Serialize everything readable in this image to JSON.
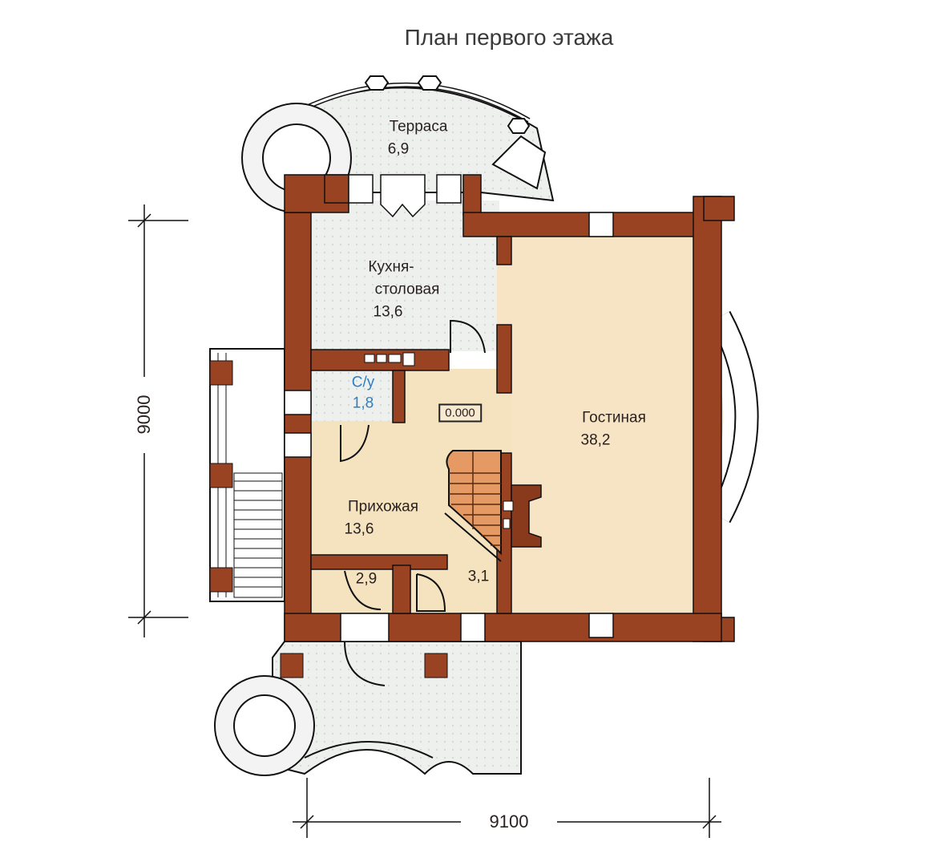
{
  "title": "План первого этажа",
  "colors": {
    "wall": "#9a4322",
    "living": "#f7e4c4",
    "hall": "#f5e2bf",
    "tile": "#eceeec",
    "stair": "#e49a62",
    "wc_text": "#2f7fc6"
  },
  "rooms": [
    {
      "name": "Терраса",
      "area": "6,9"
    },
    {
      "name": "Кухня-",
      "name2": "столовая",
      "area": "13,6"
    },
    {
      "name": "С/у",
      "area": "1,8"
    },
    {
      "name": "Гостиная",
      "area": "38,2"
    },
    {
      "name": "Прихожая",
      "area": "13,6"
    },
    {
      "name": "",
      "area": "2,9"
    },
    {
      "name": "",
      "area": "3,1"
    }
  ],
  "level_mark": "0.000",
  "dimensions": {
    "vertical": "9000",
    "horizontal": "9100"
  }
}
